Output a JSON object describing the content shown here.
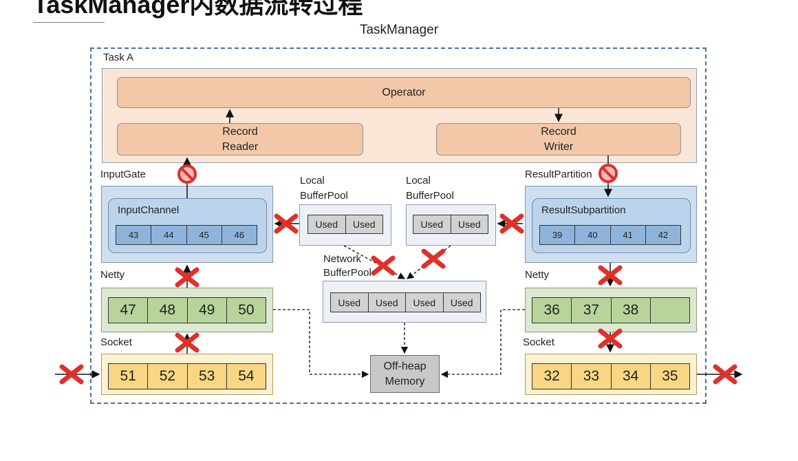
{
  "header": {
    "title": "TaskManager内数据流转过程",
    "taskmanager_label": "TaskManager"
  },
  "task": {
    "label": "Task A"
  },
  "operator": {
    "label": "Operator"
  },
  "record_reader": {
    "line1": "Record",
    "line2": "Reader"
  },
  "record_writer": {
    "line1": "Record",
    "line2": "Writer"
  },
  "input_gate": {
    "label": "InputGate",
    "channel_label": "InputChannel",
    "buffers": [
      "43",
      "44",
      "45",
      "46"
    ]
  },
  "result_partition": {
    "label": "ResultPartition",
    "subpartition_label": "ResultSubpartition",
    "buffers": [
      "39",
      "40",
      "41",
      "42"
    ]
  },
  "local_pool_left": {
    "line1": "Local",
    "line2": "BufferPool",
    "buffers": [
      "Used",
      "Used"
    ]
  },
  "local_pool_right": {
    "line1": "Local",
    "line2": "BufferPool",
    "buffers": [
      "Used",
      "Used"
    ]
  },
  "network_pool": {
    "line1": "Network",
    "line2": "BufferPool",
    "buffers": [
      "Used",
      "Used",
      "Used",
      "Used"
    ]
  },
  "netty_left": {
    "label": "Netty",
    "buffers": [
      "47",
      "48",
      "49",
      "50"
    ]
  },
  "netty_right": {
    "label": "Netty",
    "buffers": [
      "36",
      "37",
      "38",
      ""
    ]
  },
  "socket_left": {
    "label": "Socket",
    "buffers": [
      "51",
      "52",
      "53",
      "54"
    ]
  },
  "socket_right": {
    "label": "Socket",
    "buffers": [
      "32",
      "33",
      "34",
      "35"
    ]
  },
  "offheap": {
    "line1": "Off-heap",
    "line2": "Memory"
  },
  "colors": {
    "frame": "#4a6f97",
    "operator_bg": "#fbe6d6",
    "operator": "#f2c8a8",
    "channel_bg": "#cfdff0",
    "channel_cell": "#8fb4dc",
    "netty_bg": "#dde8d2",
    "netty_cell": "#b8d49a",
    "socket_bg": "#fdf1d2",
    "socket_cell": "#f8d683",
    "pool_cell": "#d2d2d2",
    "memory": "#c8c8c8",
    "blocked": "#e0302a"
  },
  "icons": {
    "blocked_transfer": "red-x-icon",
    "backpressure": "no-entry-icon"
  }
}
